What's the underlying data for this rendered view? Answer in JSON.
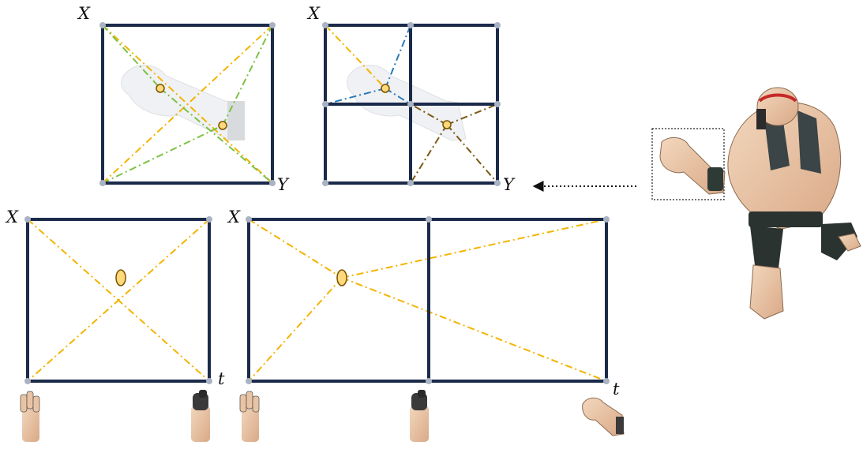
{
  "labels": {
    "x": "X",
    "y": "Y",
    "t": "t"
  },
  "colors": {
    "frame": "#1b2a4a",
    "vertex": "#aab3c3",
    "orange": "#f4b400",
    "green": "#7cc242",
    "blue": "#2a7ab8",
    "brown": "#7a5a12",
    "marker_fill": "#ffd97a",
    "marker_stroke": "#7a5200"
  }
}
